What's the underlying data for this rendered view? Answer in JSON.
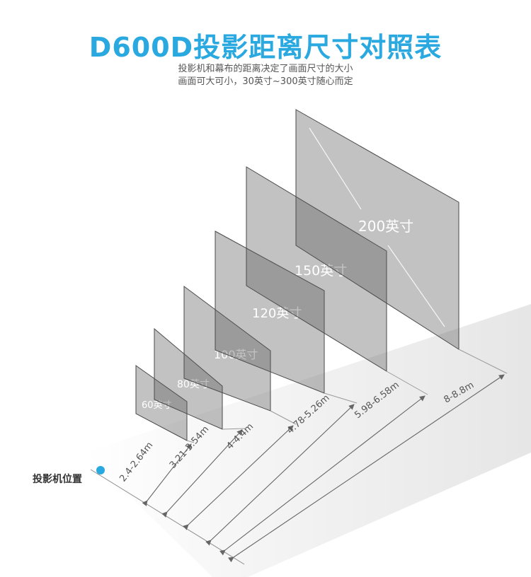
{
  "title": "D600D投影距离尺寸对照表",
  "subtitle": {
    "line1": "投影机和幕布的距离决定了画面尺寸的大小",
    "line2": "画面可大可小，30英寸~300英寸随心而定"
  },
  "projector_label": "投影机位置",
  "colors": {
    "accent": "#2aa8e0",
    "screen_fill": "#555555",
    "line": "#666666"
  },
  "screens": [
    {
      "size_label": "60英寸",
      "distance": "2.4-2.64m"
    },
    {
      "size_label": "80英寸",
      "distance": "3.21-3.54m"
    },
    {
      "size_label": "100英寸",
      "distance": "4-4.4m"
    },
    {
      "size_label": "120英寸",
      "distance": "4.78-5.26m"
    },
    {
      "size_label": "150英寸",
      "distance": "5.98-6.58m"
    },
    {
      "size_label": "200英寸",
      "distance": "8-8.8m"
    }
  ]
}
